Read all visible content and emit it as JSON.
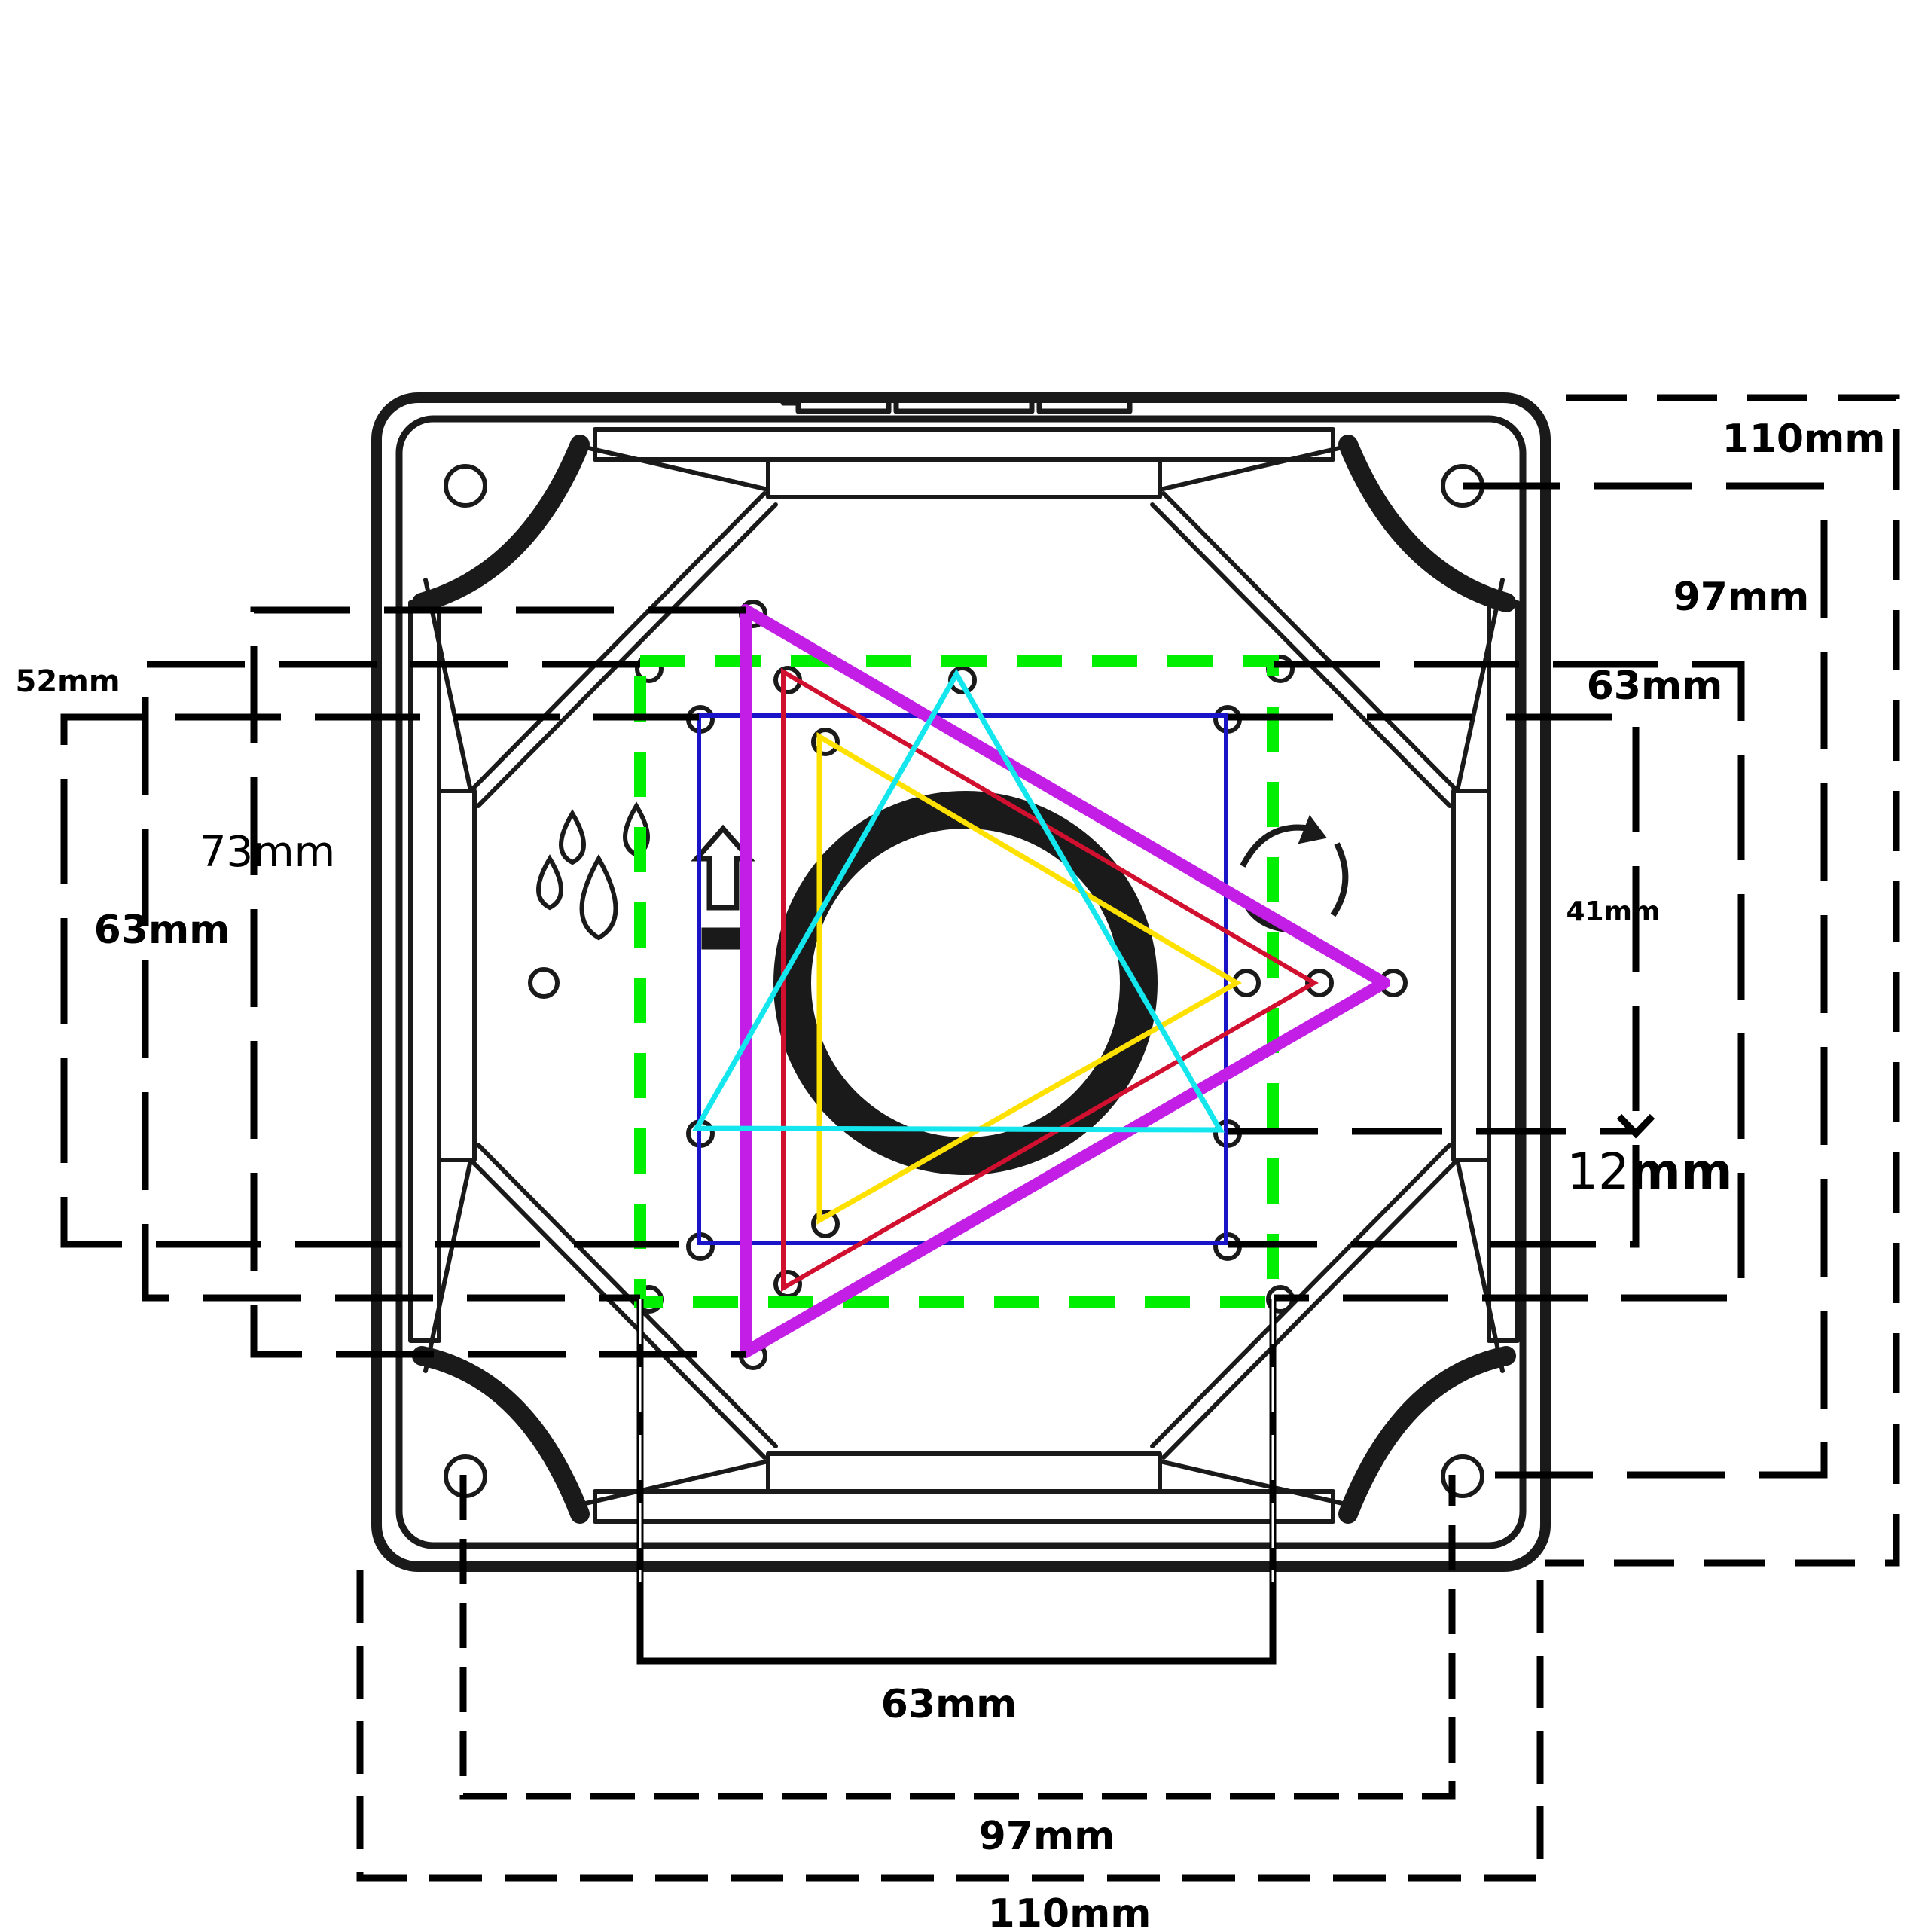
{
  "colors": {
    "outline": "#1a1a1a",
    "dimension": "#000000",
    "green_square": "#00ee00",
    "blue_square": "#1a14c8",
    "magenta_triangle": "#c21ee6",
    "red_triangle": "#d11030",
    "yellow_triangle": "#ffe100",
    "cyan_triangle": "#14e6ee"
  },
  "labels": {
    "right_110": "110mm",
    "right_97": "97mm",
    "right_63": "63mm",
    "right_41": "41mm",
    "right_12_num": "12",
    "right_12_unit": "mm",
    "left_52": "52mm",
    "left_73": "73mm",
    "left_63": "63mm",
    "bottom_63": "63mm",
    "bottom_97": "97mm",
    "bottom_110": "110mm"
  },
  "icons": [
    "water-drops-icon",
    "up-arrow-icon",
    "recycle-icon"
  ]
}
